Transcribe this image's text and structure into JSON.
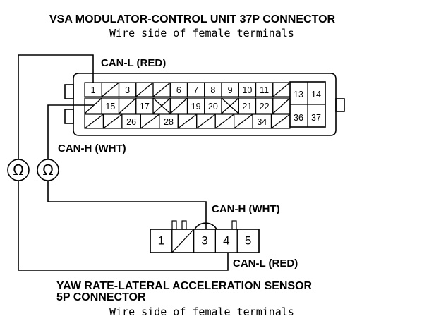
{
  "title_top": "VSA MODULATOR-CONTROL UNIT 37P CONNECTOR",
  "subtitle_top": "Wire side of female terminals",
  "title_bottom_line1": "YAW RATE-LATERAL ACCELERATION SENSOR",
  "title_bottom_line2": "5P CONNECTOR",
  "subtitle_bottom": "Wire side of female terminals",
  "labels": {
    "can_l_top": "CAN-L (RED)",
    "can_h_top": "CAN-H (WHT)",
    "can_h_bottom": "CAN-H (WHT)",
    "can_l_bottom": "CAN-L (RED)"
  },
  "ohm_symbol": "Ω",
  "connector37": {
    "row1": [
      "1",
      "",
      "3",
      "",
      "",
      "6",
      "7",
      "8",
      "9",
      "10",
      "11",
      ""
    ],
    "row2": [
      "",
      "15",
      "",
      "17",
      "X",
      "",
      "19",
      "20",
      "X",
      "21",
      "22",
      ""
    ],
    "row3": [
      "",
      "",
      "26",
      "",
      "28",
      "",
      "",
      "",
      "",
      "34",
      ""
    ],
    "right_grid": [
      "13",
      "14",
      "36",
      "37"
    ]
  },
  "connector5": [
    "1",
    "",
    "3",
    "4",
    "5"
  ]
}
